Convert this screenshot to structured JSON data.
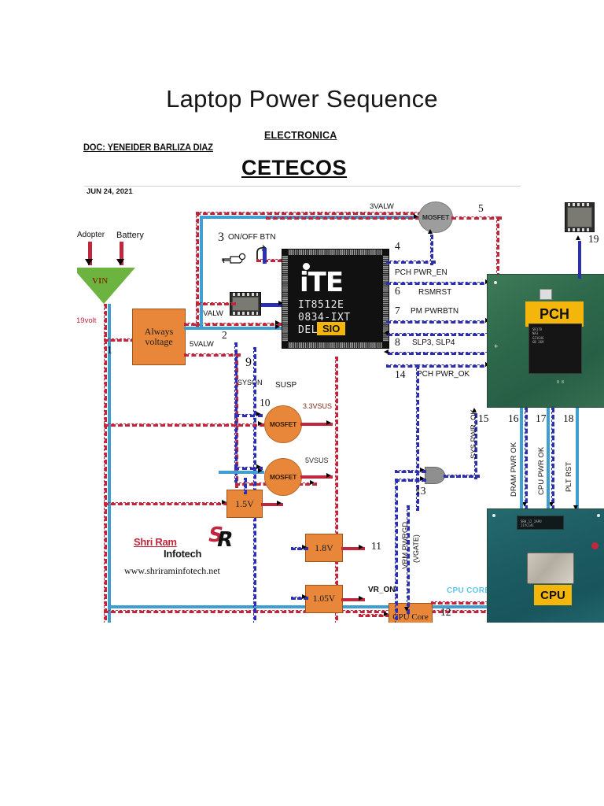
{
  "header": {
    "title": "Laptop Power Sequence",
    "subject": "ELECTRONICA",
    "author": "DOC: YENEIDER BARLIZA DIAZ",
    "org": "CETECOS",
    "date": "JUN 24, 2021"
  },
  "diagram": {
    "sources": {
      "adapter": "Adopter",
      "battery": "Battery",
      "vin": "VIN",
      "input_voltage": "19volt"
    },
    "blocks": {
      "always_voltage": "Always voltage",
      "rail_15": "1.5V",
      "rail_18": "1.8V",
      "rail_105": "1.05V",
      "cpu_core_block": "CPU Core"
    },
    "chips": {
      "sio_brand": "iTE",
      "sio_line1": "IT8512E",
      "sio_line2": "0834-IXT",
      "sio_line3": "DEL",
      "sio_tag": "SIO",
      "pch_tag": "PCH",
      "cpu_tag": "CPU",
      "pch_die_mark": "SR17D\nNA3\nG21G4G\nGB 269",
      "cpu_die_mark": "SR0.12 2APU\nJ1YC14C"
    },
    "mosfets": {
      "top": "MOSFET",
      "sus33": "MOSFET",
      "sus5": "MOSFET"
    },
    "rails": {
      "valw3": "3VALW",
      "valw3_b": "3VALW",
      "valw5": "5VALW",
      "sus33": "3.3VSUS",
      "sus5": "5VSUS",
      "cpu_core": "CPU CORE"
    },
    "signals": {
      "onoff": "ON/OFF BTN",
      "pch_pwr_en": "PCH PWR_EN",
      "rsmrst": "RSMRST",
      "pm_pwrbtn": "PM PWRBTN",
      "slp": "SLP3, SLP4",
      "pch_pwr_ok": "PCH PWR_OK",
      "syson": "SYSON",
      "susp": "SUSP",
      "sys_pwr_ok": "SYS PWR_OK",
      "dram_pwr_ok": "DRAM PWR OK",
      "cpu_pwr_ok": "CPU PWR OK",
      "plt_rst": "PLT RST",
      "vr_on": "VR_ON",
      "vrm_pwrgd": "VRM PWRGD",
      "vgate": "(VGATE)"
    },
    "steps": {
      "s1": "1",
      "s2": "2",
      "s3": "3",
      "s4": "4",
      "s5": "5",
      "s6": "6",
      "s7": "7",
      "s8": "8",
      "s9": "9",
      "s10": "10",
      "s11": "11",
      "s12": "12",
      "s13": "13",
      "s14": "14",
      "s15": "15",
      "s16": "16",
      "s17": "17",
      "s18": "18",
      "s19": "19"
    },
    "watermark": {
      "brand_1": "Shri Ram",
      "brand_2": "Infotech",
      "url": "www.shriraminfotech.net",
      "mark_s": "S",
      "mark_r": "R"
    },
    "colors": {
      "power_red": "#c0273c",
      "signal_blue": "#2b2fb0",
      "rail_cyan": "#3f9fd0",
      "block_orange": "#e8873a",
      "chip_tag_yellow": "#f5b60c",
      "vin_green": "#6db33f"
    }
  }
}
